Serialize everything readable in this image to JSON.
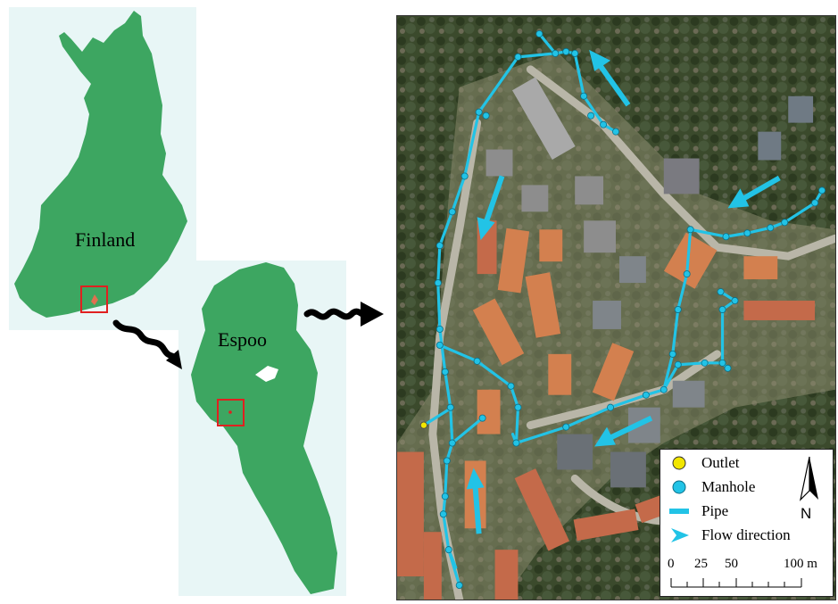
{
  "labels": {
    "finland": "Finland",
    "espoo": "Espoo"
  },
  "legend": {
    "items": [
      {
        "label": "Outlet",
        "icon": "outlet-circle",
        "color": "#f2e600"
      },
      {
        "label": "Manhole",
        "icon": "manhole-circle",
        "color": "#22c3e6"
      },
      {
        "label": "Pipe",
        "icon": "pipe-bar",
        "color": "#22c3e6"
      },
      {
        "label": "Flow direction",
        "icon": "flow-arrow",
        "color": "#22c3e6"
      }
    ],
    "north": "N",
    "scale": {
      "ticks": [
        "0",
        "25",
        "50",
        "100 m"
      ]
    }
  },
  "colors": {
    "land": "#3da661",
    "highlight": "#e02020",
    "pipe": "#22c3e6",
    "arrow": "#22c3e6"
  }
}
